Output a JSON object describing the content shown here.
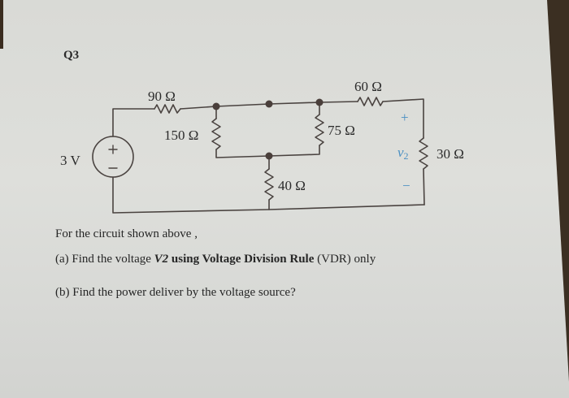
{
  "question": {
    "label": "Q3"
  },
  "circuit": {
    "source": {
      "label": "3 V",
      "plus": "+",
      "minus": "−"
    },
    "resistors": {
      "r90": "90 Ω",
      "r150": "150 Ω",
      "r60": "60 Ω",
      "r75": "75 Ω",
      "r40": "40 Ω",
      "r30": "30 Ω"
    },
    "output": {
      "var": "v",
      "sub": "2",
      "plus": "+",
      "minus": "−"
    },
    "colors": {
      "wire": "#4a4340",
      "node": "#4a3f3b",
      "v2_label": "#4a8fc2",
      "text": "#2b2b2b"
    }
  },
  "text": {
    "intro": "For the circuit shown above ,",
    "part_a": {
      "prefix": "(a) Find the voltage ",
      "var": "V2",
      "bold": " using Voltage Division Rule",
      "suffix": " (VDR) only"
    },
    "part_b": "(b) Find the power deliver by the voltage source?"
  }
}
